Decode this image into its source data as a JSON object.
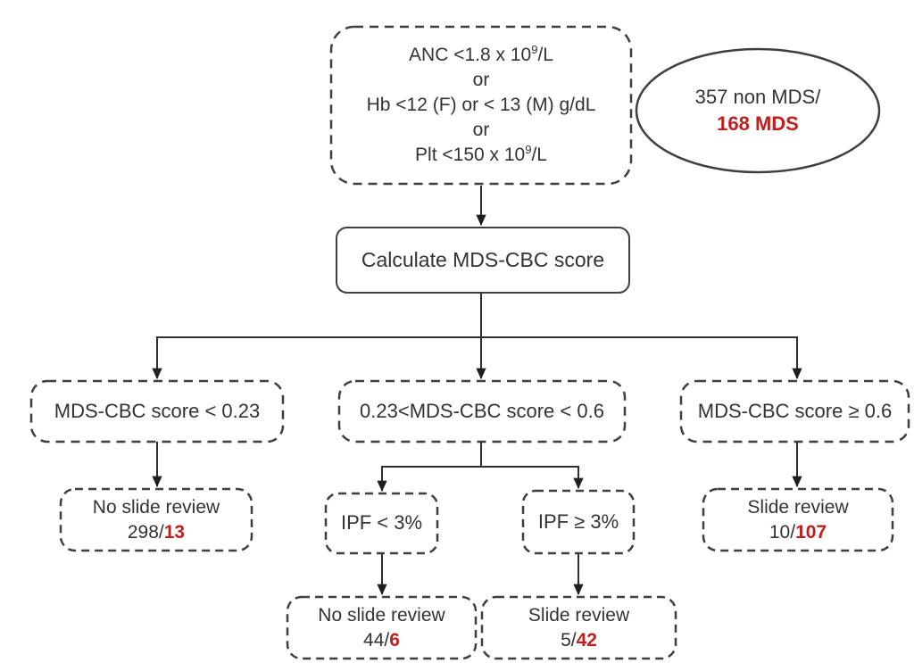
{
  "colors": {
    "outline": "#3f3f3f",
    "connector": "#2e2e2e",
    "text": "#333333",
    "highlight_red": "#c01f1f"
  },
  "nodes": {
    "criteria": {
      "line1_pre": "ANC <1.8 x 10",
      "line1_sup": "9",
      "line1_post": "/L",
      "line2": "or",
      "line3": "Hb <12 (F) or < 13 (M) g/dL",
      "line4": "or",
      "line5_pre": "Plt <150 x 10",
      "line5_sup": "9",
      "line5_post": "/L"
    },
    "cohort": {
      "line1": "357 non MDS/",
      "line2": "168 MDS"
    },
    "calculate": {
      "label": "Calculate MDS-CBC score"
    },
    "score_low": {
      "label": "MDS-CBC score < 0.23"
    },
    "score_mid": {
      "label": "0.23<MDS-CBC score < 0.6"
    },
    "score_high": {
      "label": "MDS-CBC score ≥ 0.6"
    },
    "no_review_low": {
      "line1": "No slide review",
      "count_black": "298/",
      "count_red": "13"
    },
    "ipf_low": {
      "label": "IPF < 3%"
    },
    "ipf_high": {
      "label": "IPF ≥ 3%"
    },
    "review_high": {
      "line1": "Slide review",
      "count_black": "10/",
      "count_red": "107"
    },
    "no_review_mid": {
      "line1": "No slide review",
      "count_black": "44/",
      "count_red": "6"
    },
    "review_mid": {
      "line1": "Slide review",
      "count_black": "5/",
      "count_red": "42"
    }
  }
}
